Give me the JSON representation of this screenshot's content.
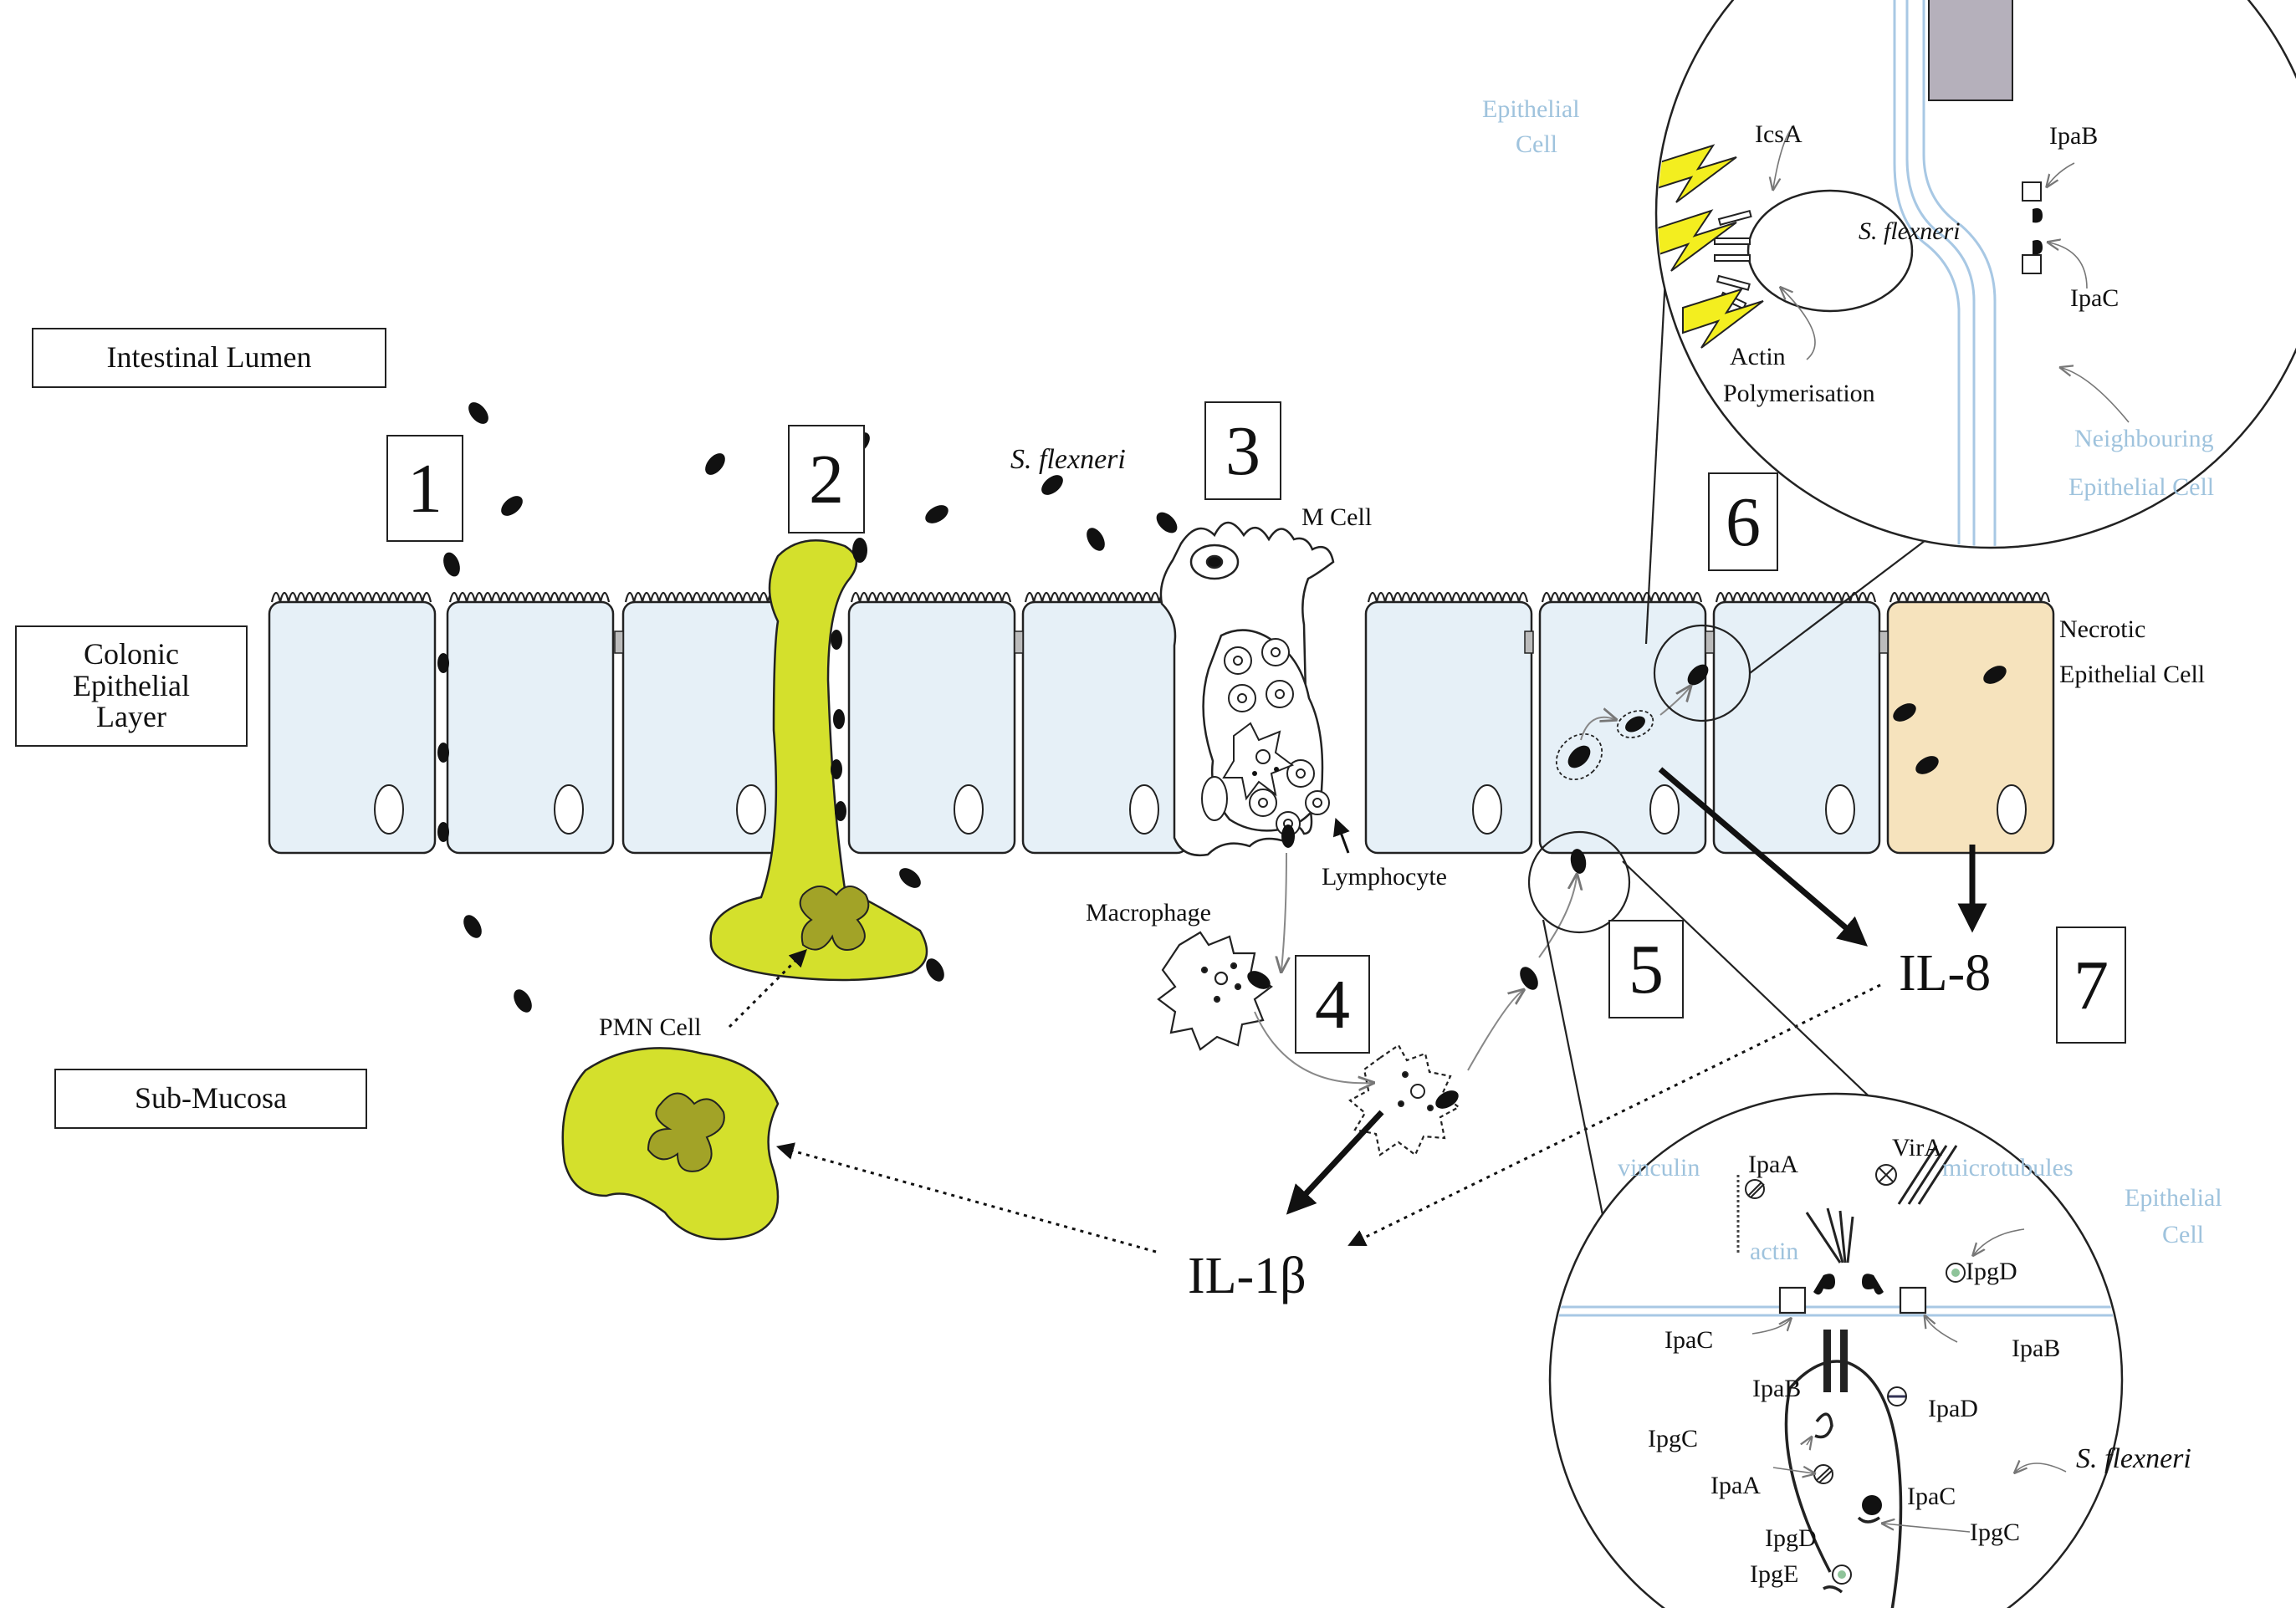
{
  "colors": {
    "epithelium": "#e6f0f7",
    "pmn": "#d4e02c",
    "pmn_nucleus": "#a2a327",
    "necrotic": "#f6e3bd",
    "junction": "#bbbbbb",
    "bacterium": "#111111",
    "annotation_blue": "#9fc3dd",
    "lightning": "#f3ee1f",
    "outline": "#222222"
  },
  "regions": {
    "lumen": "Intestinal Lumen",
    "epithelial_line1": "Colonic",
    "epithelial_line2": "Epithelial",
    "epithelial_line3": "Layer",
    "submucosa": "Sub-Mucosa"
  },
  "steps": [
    "1",
    "2",
    "3",
    "4",
    "5",
    "6",
    "7"
  ],
  "labels": {
    "s_flexneri_lumen": "S. flexneri",
    "m_cell": "M Cell",
    "lymphocyte": "Lymphocyte",
    "macrophage": "Macrophage",
    "pmn_cell": "PMN Cell",
    "necrotic_line1": "Necrotic",
    "necrotic_line2": "Epithelial Cell",
    "il8": "IL-8",
    "il1b": "IL-1β"
  },
  "inset_top": {
    "epithelial_cell_line1": "Epithelial",
    "epithelial_cell_line2": "Cell",
    "icsa": "IcsA",
    "ipab": "IpaB",
    "ipac": "IpaC",
    "bacterium": "S. flexneri",
    "actin_line1": "Actin",
    "actin_line2": "Polymerisation",
    "neighbour_line1": "Neighbouring",
    "neighbour_line2": "Epithelial Cell"
  },
  "inset_bottom": {
    "vinculin": "vinculin",
    "ipaa_top": "IpaA",
    "vira": "VirA",
    "microtubules": "microtubules",
    "actin": "actin",
    "ipgd_top": "IpgD",
    "epithelial_line1": "Epithelial",
    "epithelial_line2": "Cell",
    "ipac_left": "IpaC",
    "ipab_right": "IpaB",
    "ipab_needle": "IpaB",
    "ipad": "IpaD",
    "ipgc_left": "IpgC",
    "ipaa_low": "IpaA",
    "ipac_low": "IpaC",
    "ipgc_right": "IpgC",
    "ipgd_low": "IpgD",
    "ipge": "IpgE",
    "s_flexneri": "S. flexneri"
  }
}
